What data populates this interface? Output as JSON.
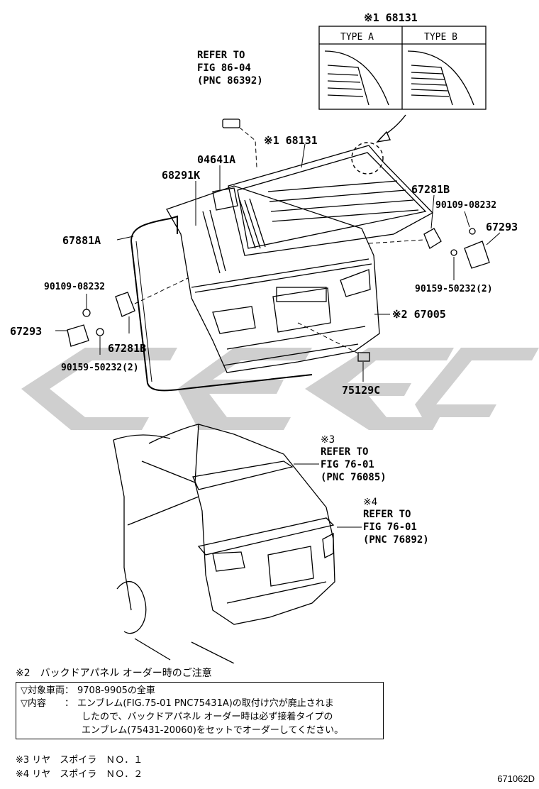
{
  "labels": {
    "p68131_top": "※1 68131",
    "type_a": "TYPE A",
    "type_b": "TYPE B",
    "refer1": [
      "REFER TO",
      "FIG 86-04",
      "(PNC 86392)"
    ],
    "p68131": "※1 68131",
    "p04641a": "04641A",
    "p68291k": "68291K",
    "p67881a": "67881A",
    "p67281b_r": "67281B",
    "p90109_r": "90109-08232",
    "p67293_r": "67293",
    "p90159_r": "90159-50232(2)",
    "p67005": "※2 67005",
    "p75129c": "75129C",
    "p90109_l": "90109-08232",
    "p67293_l": "67293",
    "p67281b_l": "67281B",
    "p90159_l": "90159-50232(2)",
    "refer3_mark": "※3",
    "refer3": [
      "REFER TO",
      "FIG 76-01",
      "(PNC 76085)"
    ],
    "refer4_mark": "※4",
    "refer4": [
      "REFER TO",
      "FIG 76-01",
      "(PNC 76892)"
    ]
  },
  "note": {
    "title": "※2　バックドアパネル オーダー時のご注意",
    "row1_key": "▽対象車両：",
    "row1_val": "9708-9905の全車",
    "row2_key": "▽内容　　：",
    "row2_val": "エンブレム(FIG.75-01 PNC75431A)の取付け穴が廃止されま",
    "row3_val": "したので、バックドアパネル オーダー時は必ず接着タイプの",
    "row4_val": "エンブレム(75431-20060)をセットでオーダーしてください。"
  },
  "footnotes": {
    "n3": "※3 リヤ　スポイラ　ＮＯ．１",
    "n4": "※4 リヤ　スポイラ　ＮＯ．２"
  },
  "figure_code": "671062D",
  "colors": {
    "watermark": "#cfcfcf",
    "line": "#000000"
  }
}
